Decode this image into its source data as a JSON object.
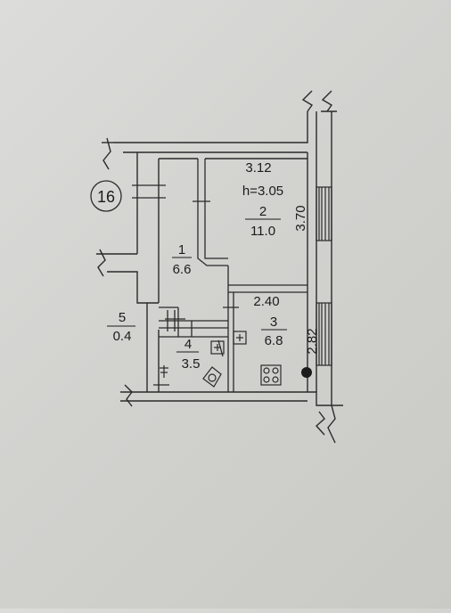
{
  "plan": {
    "apartment_number": "16",
    "rooms": [
      {
        "number": "1",
        "area": "6.6"
      },
      {
        "number": "2",
        "area": "11.0"
      },
      {
        "number": "3",
        "area": "6.8"
      },
      {
        "number": "4",
        "area": "3.5"
      },
      {
        "number": "5",
        "area": "0.4"
      }
    ],
    "dimensions": {
      "room2_width": "3.12",
      "ceiling_height": "h=3.05",
      "room2_depth": "3.70",
      "room3_width": "2.40",
      "room3_depth": "2.82"
    }
  }
}
